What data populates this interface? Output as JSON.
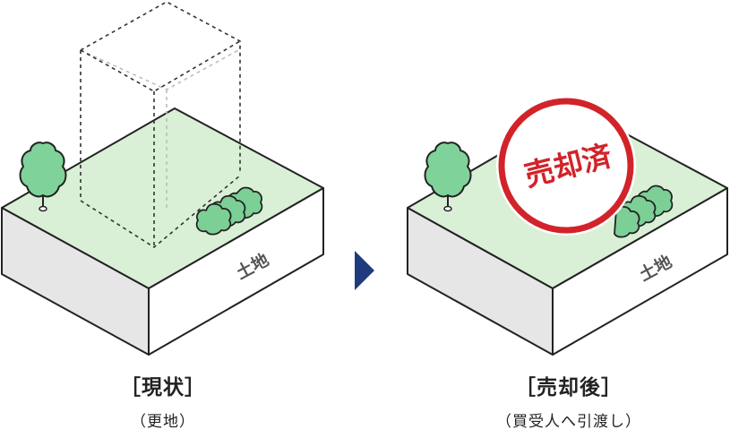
{
  "land_label": "土地",
  "before": {
    "title": "［現状］",
    "subtitle": "（更地）"
  },
  "after": {
    "title": "［売却後］",
    "subtitle": "（買受人へ引渡し）"
  },
  "stamp": {
    "text": "売却済"
  },
  "colors": {
    "land_top": "#d9f0d6",
    "land_front": "#ffffff",
    "land_side": "#e6e6e6",
    "tree_fill": "#7fd39a",
    "bush_fill": "#7ccf95",
    "arrow": "#1e3b7d",
    "stamp": "#d2232a",
    "outline": "#222222"
  },
  "icons": {
    "arrow": "triangle-right-icon",
    "tree": "tree-icon",
    "bush": "bush-icon"
  }
}
